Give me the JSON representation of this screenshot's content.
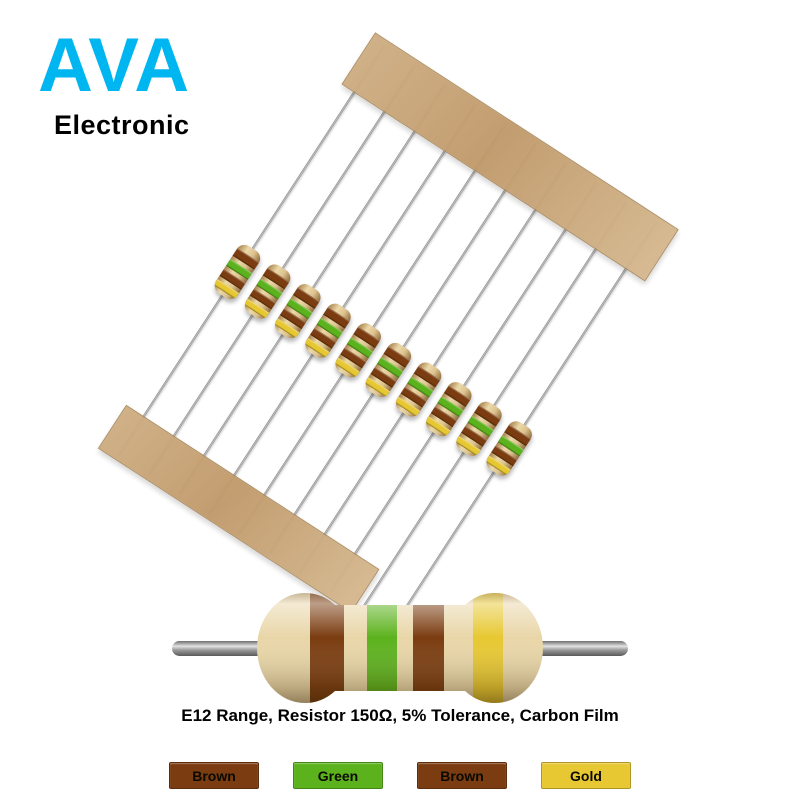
{
  "brand": {
    "name": "AVA",
    "subtitle": "Electronic",
    "color": "#00b6f0"
  },
  "photo": {
    "resistor_count": 10
  },
  "resistor": {
    "caption": "E12 Range, Resistor 150Ω, 5% Tolerance, Carbon Film",
    "body_color": "#e9d6a8",
    "bands": [
      {
        "label": "Brown",
        "color": "#7a3c10"
      },
      {
        "label": "Green",
        "color": "#5cb21d"
      },
      {
        "label": "Brown",
        "color": "#7a3c10"
      },
      {
        "label": "Gold",
        "color": "#e7c832"
      }
    ]
  }
}
